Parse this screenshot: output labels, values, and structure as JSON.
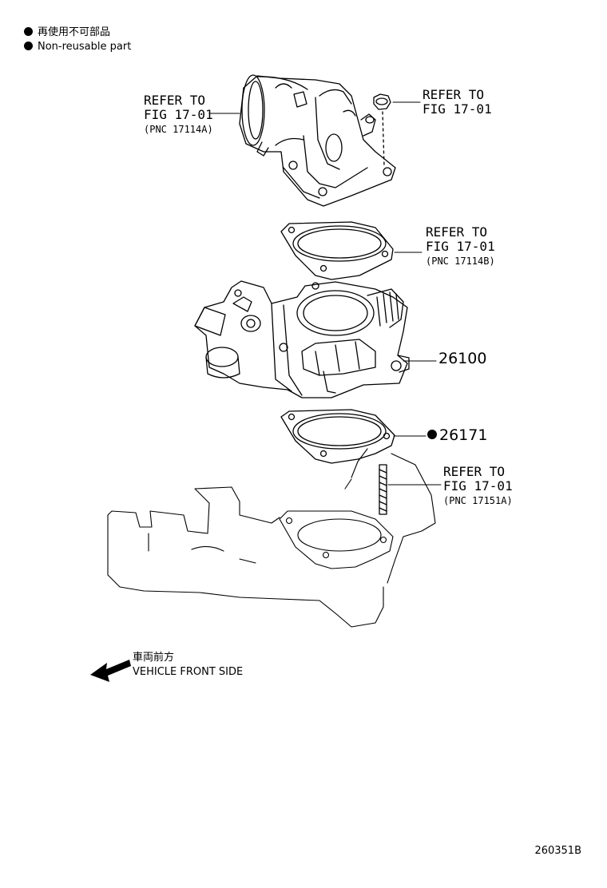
{
  "legend": {
    "non_reusable_jp": "再使用不可部品",
    "non_reusable_en": "Non-reusable part"
  },
  "callouts": {
    "housing": {
      "line1": "REFER TO",
      "line2": "FIG 17-01",
      "pnc": "(PNC 17114A)"
    },
    "nut": {
      "line1": "REFER TO",
      "line2": "FIG 17-01"
    },
    "upper_gasket": {
      "line1": "REFER TO",
      "line2": "FIG 17-01",
      "pnc": "(PNC 17114B)"
    },
    "stud": {
      "line1": "REFER TO",
      "line2": "FIG 17-01",
      "pnc": "(PNC 17151A)"
    }
  },
  "parts": {
    "throttle_body": "26100",
    "lower_gasket": "26171"
  },
  "direction": {
    "jp": "車両前方",
    "en": "VEHICLE FRONT SIDE"
  },
  "figure_id": "260351B"
}
